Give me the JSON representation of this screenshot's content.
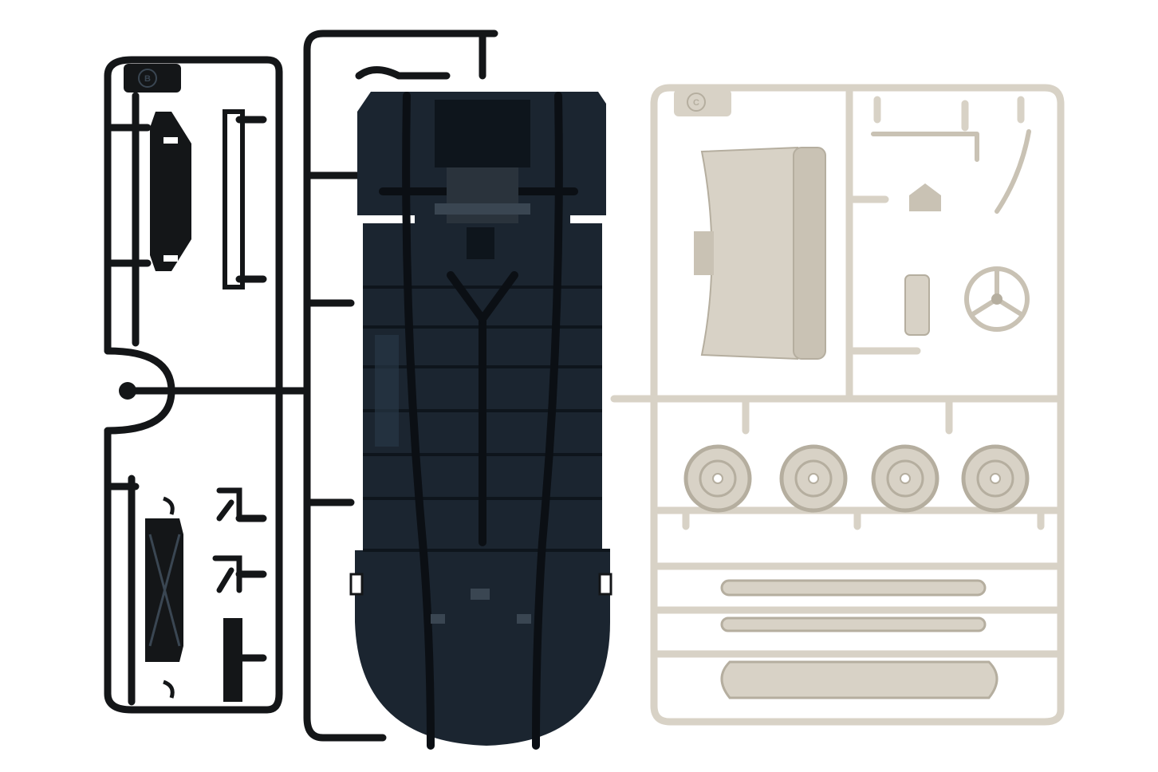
{
  "image": {
    "description_visible_only": true
  },
  "sprues": [
    {
      "id": "B",
      "tag_label": "B",
      "color": "#141618"
    },
    {
      "id": "C",
      "tag_label": "C",
      "color": "#d8d2c6"
    }
  ],
  "colors": {
    "dark_plastic": "#141618",
    "dark_panel": "#1b2530",
    "dark_highlight": "#3a4652",
    "light_plastic": "#d8d2c6",
    "light_shade": "#b5ae9f",
    "background": "#ffffff"
  }
}
